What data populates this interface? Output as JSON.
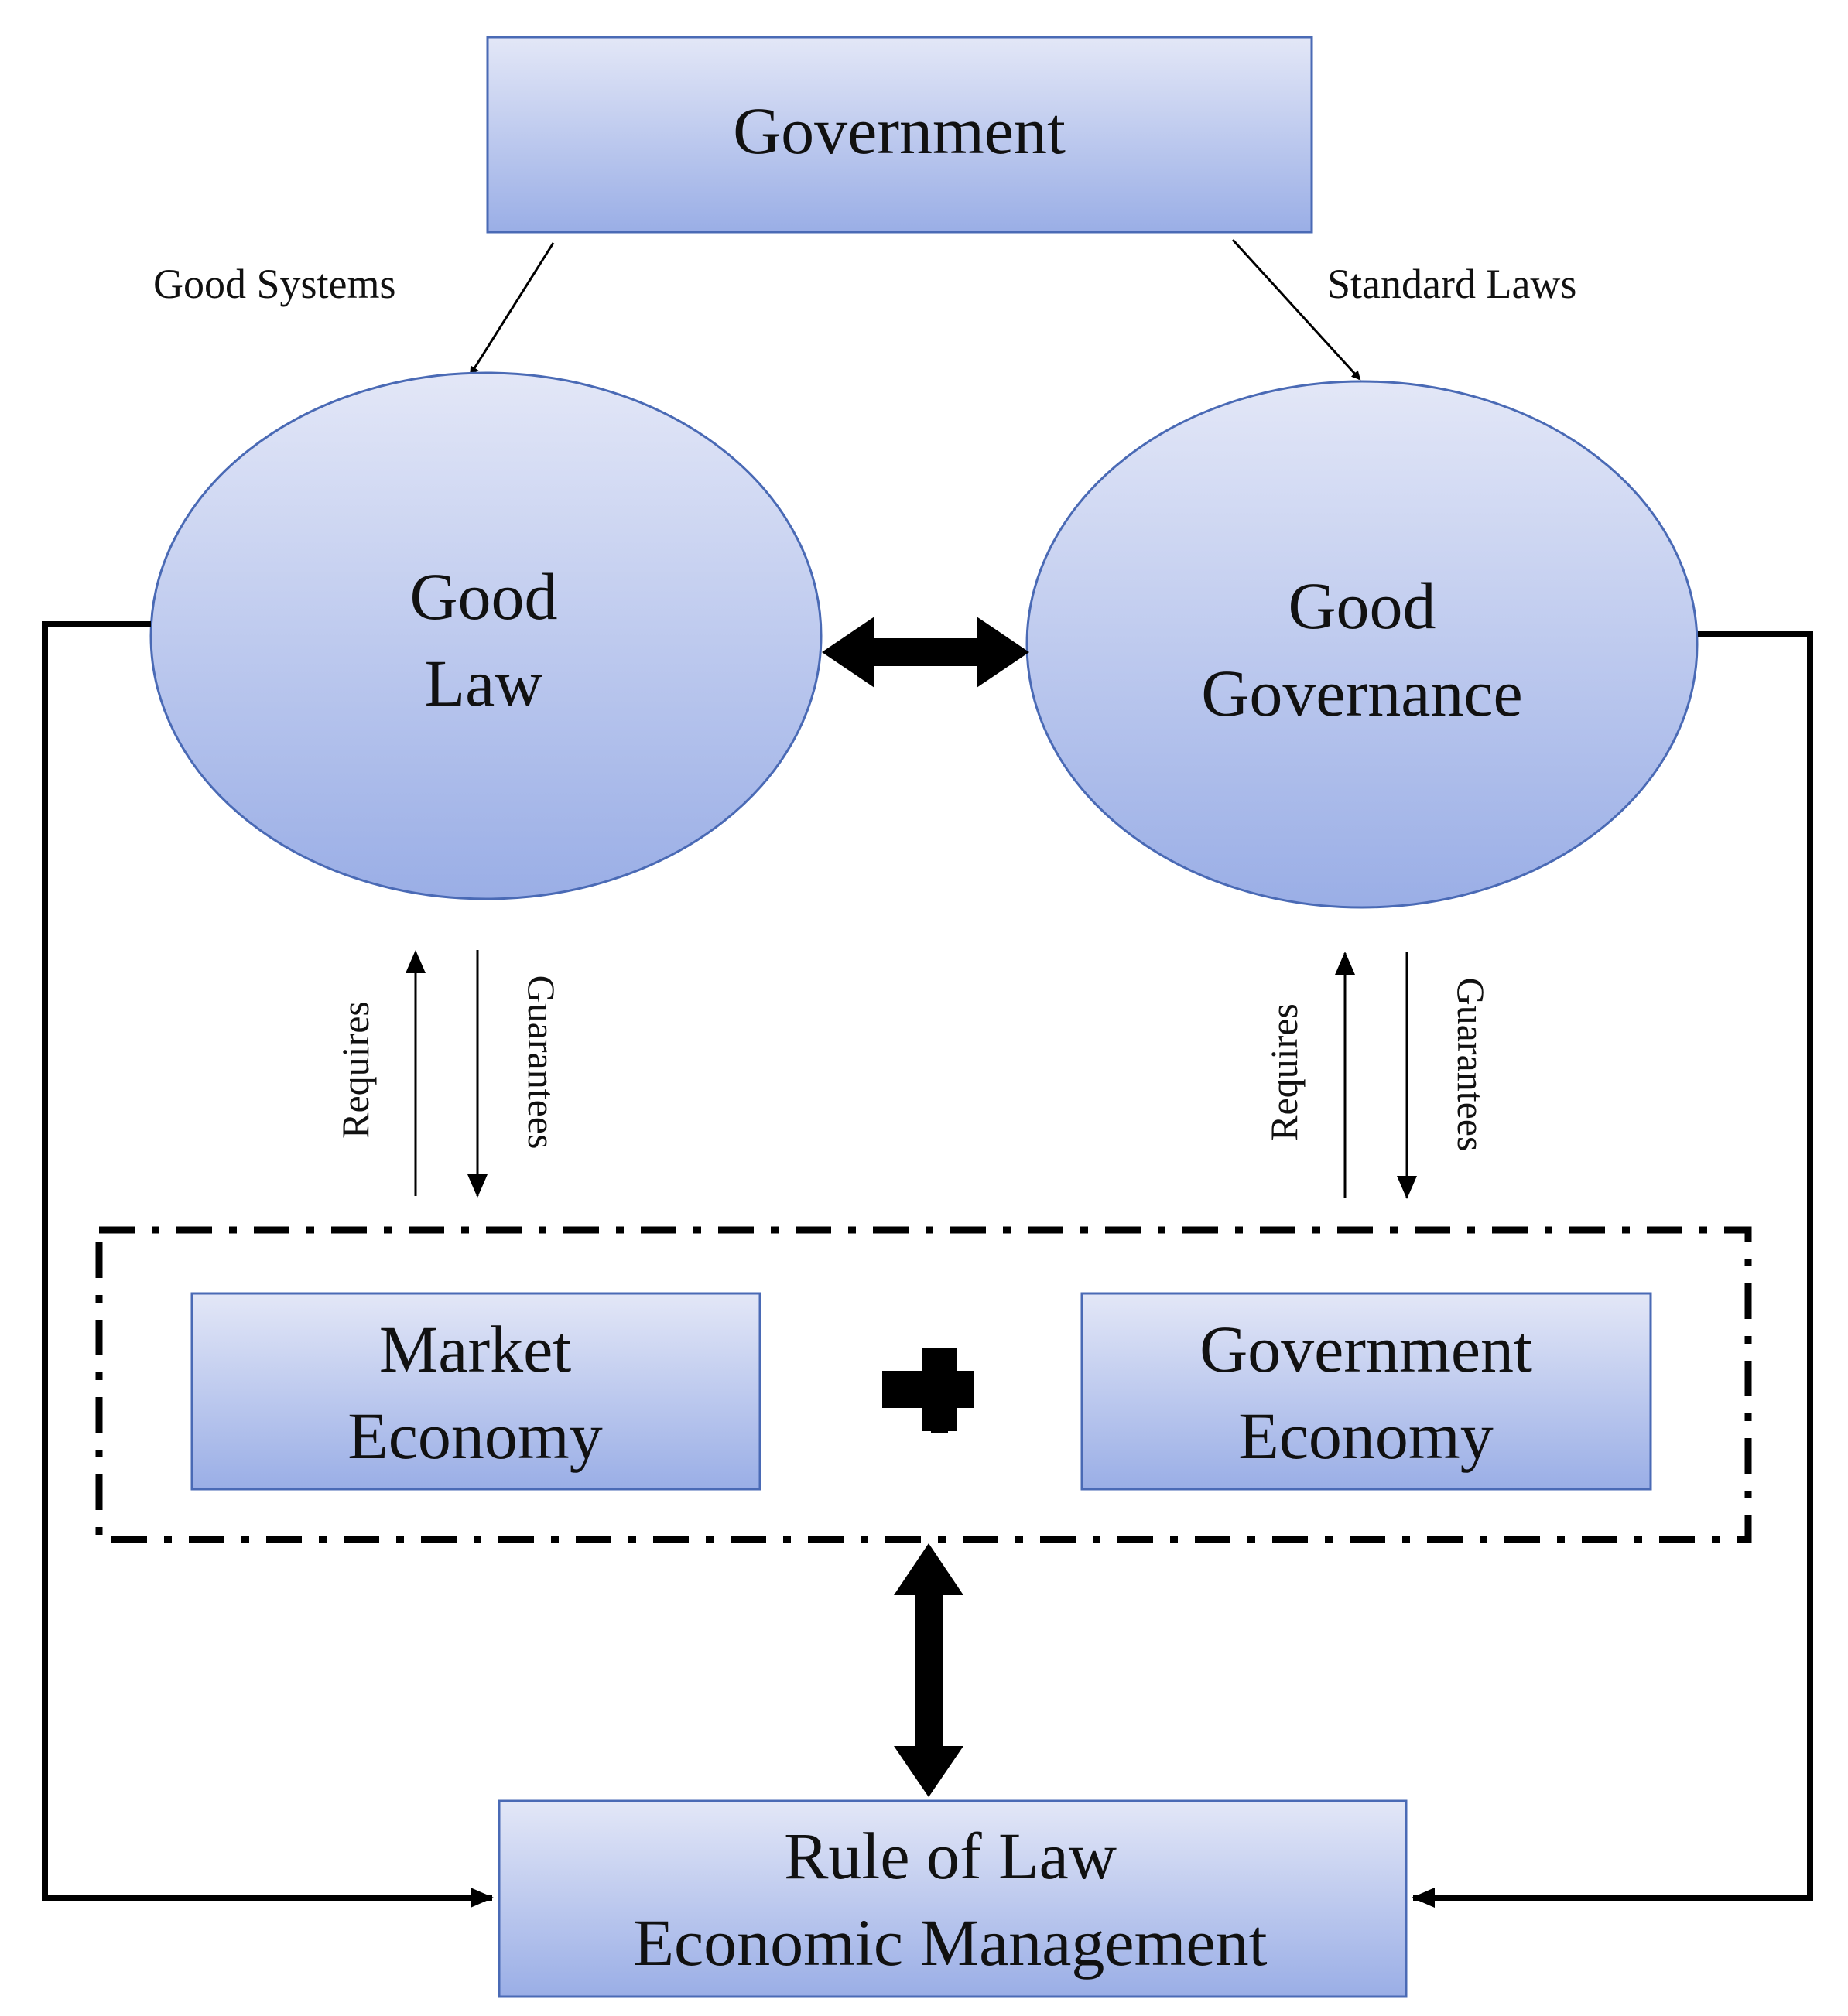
{
  "nodes": {
    "government": "Government",
    "good_law": [
      "Good",
      "Law"
    ],
    "good_governance": [
      "Good",
      "Governance"
    ],
    "market_economy": [
      "Market",
      "Economy"
    ],
    "government_economy": [
      "Government",
      "Economy"
    ],
    "rule_of_law": [
      "Rule of Law",
      "Economic Management"
    ]
  },
  "edge_labels": {
    "good_systems": "Good Systems",
    "standard_laws": "Standard Laws",
    "left_requires": "Requires",
    "left_guarantees": "Guarantees",
    "right_requires": "Requires",
    "right_guarantees": "Guarantees"
  },
  "symbols": {
    "plus": "plus-icon"
  },
  "colors": {
    "fill_top": "#e3e7f7",
    "fill_bottom": "#9aaee6",
    "stroke": "#4a6ab5",
    "line": "#000000"
  }
}
